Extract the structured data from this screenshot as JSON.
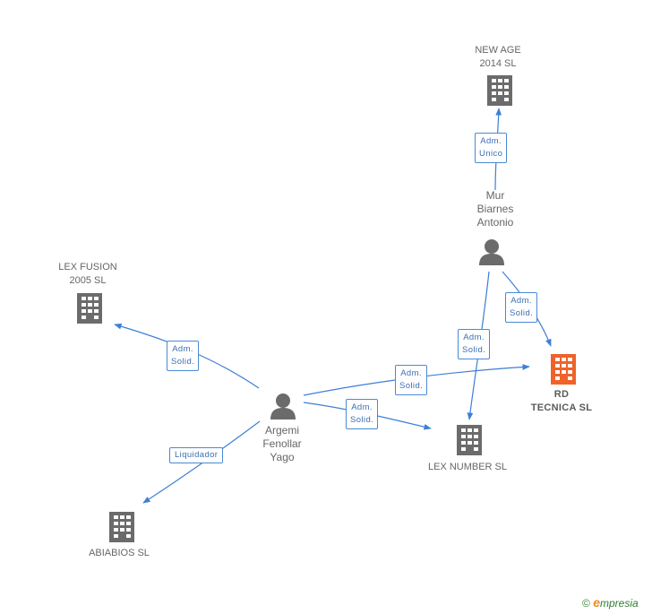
{
  "nodes": {
    "new_age": {
      "label": "NEW AGE\n2014 SL",
      "type": "company"
    },
    "mur": {
      "label": "Mur\nBiarnes\nAntonio",
      "type": "person"
    },
    "lex_fusion": {
      "label": "LEX FUSION\n2005 SL",
      "type": "company"
    },
    "rd_tecnica": {
      "label": "RD\nTECNICA SL",
      "type": "company",
      "highlight": true
    },
    "argemi": {
      "label": "Argemi\nFenollar\nYago",
      "type": "person"
    },
    "lex_number": {
      "label": "LEX NUMBER SL",
      "type": "company"
    },
    "abiabios": {
      "label": "ABIABIOS SL",
      "type": "company"
    }
  },
  "edges": {
    "mur_newage": {
      "label": "Adm.\nUnico"
    },
    "mur_rd": {
      "label": "Adm.\nSolid."
    },
    "mur_lexnumber": {
      "label": "Adm.\nSolid."
    },
    "argemi_lexfusion": {
      "label": "Adm.\nSolid."
    },
    "argemi_rd": {
      "label": "Adm.\nSolid."
    },
    "argemi_lexnumber": {
      "label": "Adm.\nSolid."
    },
    "argemi_abiabios": {
      "label": "Liquidador"
    }
  },
  "colors": {
    "edge": "#3d7fd6",
    "company_icon": "#6b6b6b",
    "highlight_icon": "#f0622a",
    "person_icon": "#6b6b6b"
  },
  "watermark": {
    "symbol": "©",
    "brand_initial": "e",
    "brand_rest": "mpresia"
  }
}
